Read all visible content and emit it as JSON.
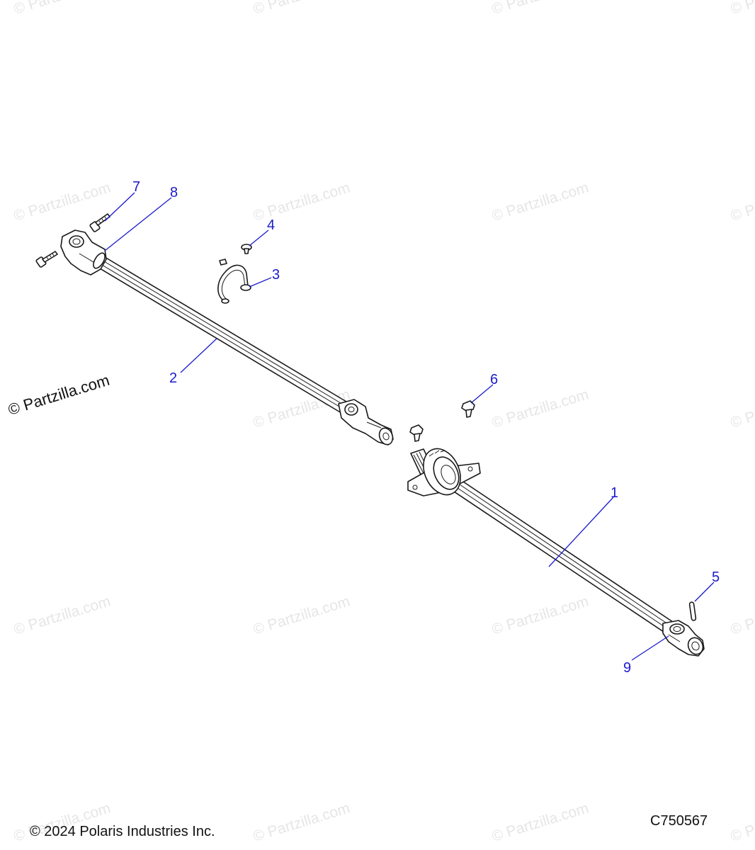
{
  "watermark_text": "© Partzilla.com",
  "brand_mark": "© Partzilla.com",
  "footer": {
    "copyright": "© 2024 Polaris Industries Inc.",
    "drawing_code": "C750567"
  },
  "callouts": {
    "c1": "1",
    "c2": "2",
    "c3": "3",
    "c4": "4",
    "c5": "5",
    "c6": "6",
    "c7": "7",
    "c8": "8",
    "c9": "9"
  },
  "colors": {
    "callout": "#1a1acc",
    "watermark": "#e6e6e6",
    "line_art": "#1a1a1a"
  }
}
